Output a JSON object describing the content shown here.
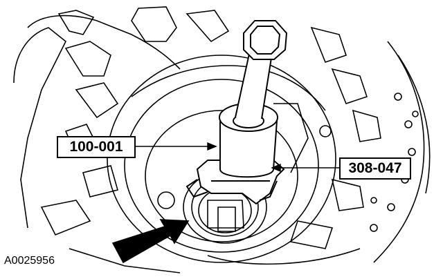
{
  "callouts": {
    "left_tool": "100-001",
    "right_tool": "308-047"
  },
  "figure_id": "A0025956",
  "colors": {
    "line": "#000000",
    "background": "#ffffff"
  },
  "icons": {
    "pointer": "arrow-icon"
  }
}
